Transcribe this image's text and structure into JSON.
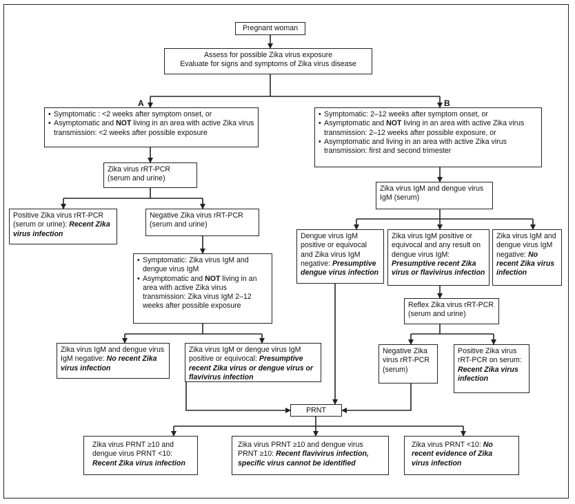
{
  "labels": {
    "a": "A",
    "b": "B"
  },
  "nodes": {
    "pregnant": {
      "text": "Pregnant woman"
    },
    "assess": {
      "line1": "Assess for possible Zika virus exposure",
      "line2": "Evaluate for signs and symptoms of Zika virus disease"
    },
    "criteria_a": {
      "b1": "Symptomatic : <2 weeks after symptom onset, or",
      "b2_pre": "Asymptomatic and ",
      "b2_strong": "NOT",
      "b2_post": " living in an area with active Zika virus transmission: <2 weeks after possible exposure"
    },
    "criteria_b": {
      "b1": "Symptomatic: 2–12 weeks after symptom onset, or",
      "b2_pre": "Asymptomatic and ",
      "b2_strong": "NOT",
      "b2_post": " living in an area with active Zika virus transmission: 2–12 weeks after possible exposure, or",
      "b3": "Asymptomatic and living in an area with active Zika virus transmission: first and second trimester"
    },
    "rtpcr": {
      "line1": "Zika virus rRT-PCR",
      "line2": "(serum and urine)"
    },
    "pos_rtpcr": {
      "text": "Positive Zika virus rRT-PCR (serum or urine): ",
      "result": "Recent Zika virus infection"
    },
    "neg_rtpcr": {
      "line1": "Negative Zika virus rRT-PCR",
      "line2": "(serum and urine)"
    },
    "criteria_igm": {
      "b1": "Symptomatic: Zika virus IgM and dengue virus IgM",
      "b2_pre": "Asymptomatic and ",
      "b2_strong": "NOT",
      "b2_post": " living in an area with active Zika virus transmission: Zika virus IgM 2–12 weeks after possible exposure"
    },
    "igm_neg_a": {
      "text": "Zika virus IgM and dengue virus IgM negative: ",
      "result": "No recent Zika virus infection"
    },
    "igm_pos_a": {
      "text": "Zika virus IgM or dengue virus IgM positive or equivocal: ",
      "result": "Presumptive recent Zika virus or dengue virus or flavivirus infection"
    },
    "igm_b": {
      "text": "Zika virus IgM and dengue virus IgM (serum)"
    },
    "dengue_pos": {
      "text": "Dengue virus IgM positive or equivocal and Zika virus IgM negative: ",
      "result": "Presumptive dengue virus infection"
    },
    "zika_pos": {
      "text": "Zika virus IgM positive or equivocal and any result on dengue virus IgM: ",
      "result": "Presumptive recent Zika virus or flavivirus infection"
    },
    "both_neg": {
      "text": "Zika virus IgM and dengue virus IgM negative: ",
      "result": "No recent Zika virus infection"
    },
    "reflex": {
      "line1": "Reflex Zika virus rRT-PCR",
      "line2": "(serum and urine)"
    },
    "neg_reflex": {
      "text": "Negative Zika virus rRT-PCR (serum)"
    },
    "pos_reflex": {
      "text": "Positive Zika virus rRT-PCR on serum: ",
      "result": "Recent Zika virus infection"
    },
    "prnt": {
      "text": "PRNT"
    },
    "prnt1": {
      "text": "Zika virus PRNT ≥10 and dengue virus PRNT <10: ",
      "result": "Recent Zika virus infection"
    },
    "prnt2": {
      "text": "Zika virus PRNT ≥10 and dengue virus PRNT ≥10: ",
      "result": "Recent flavivirus infection, specific virus cannot be identified"
    },
    "prnt3": {
      "text": "Zika virus PRNT <10: ",
      "result": "No recent evidence of Zika virus infection"
    }
  }
}
